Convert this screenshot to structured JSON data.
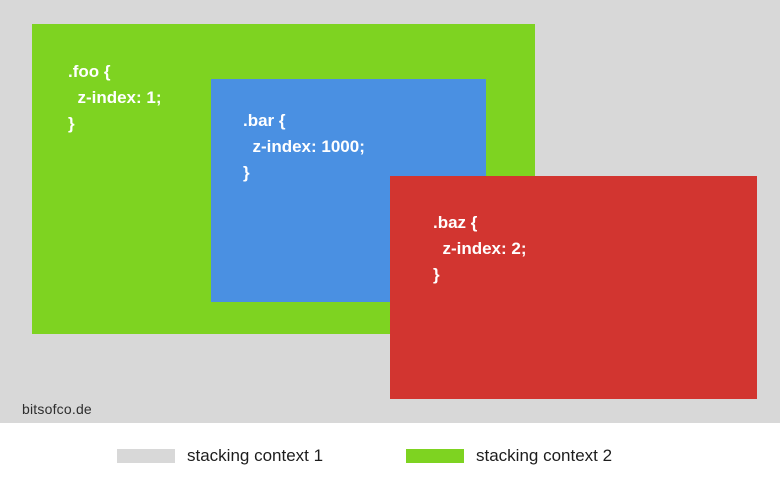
{
  "diagram": {
    "background_color": "#D8D8D8",
    "text_color": "#FFFFFF",
    "watermark": "bitsofco.de",
    "boxes": {
      "foo": {
        "color": "#7ED321",
        "lines": [
          ".foo {",
          "  z-index: 1;",
          "}"
        ]
      },
      "bar": {
        "color": "#4A90E2",
        "lines": [
          ".bar {",
          "  z-index: 1000;",
          "}"
        ]
      },
      "baz": {
        "color": "#D23530",
        "lines": [
          ".baz {",
          "  z-index: 2;",
          "}"
        ]
      }
    }
  },
  "legend": {
    "items": [
      {
        "label": "stacking context 1",
        "color": "#D8D8D8"
      },
      {
        "label": "stacking context 2",
        "color": "#7ED321"
      }
    ]
  }
}
